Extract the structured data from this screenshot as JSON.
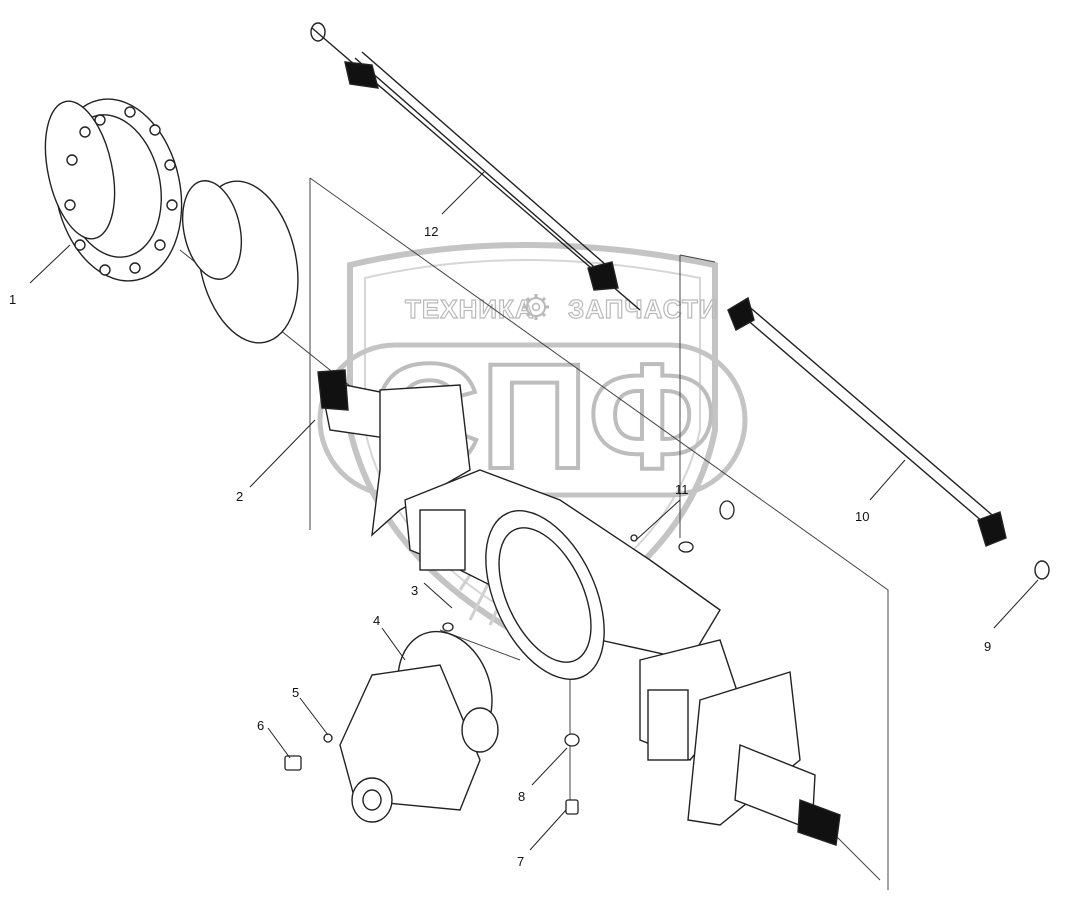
{
  "callouts": [
    "1",
    "2",
    "3",
    "4",
    "5",
    "6",
    "7",
    "8",
    "9",
    "10",
    "11",
    "12"
  ],
  "watermark": {
    "left_text": "ТЕХНИКА",
    "right_text": "ЗАПЧАСТИ",
    "logo": "СПФ"
  },
  "colors": {
    "line": "#222222",
    "watermark": "#b9b9b9"
  }
}
